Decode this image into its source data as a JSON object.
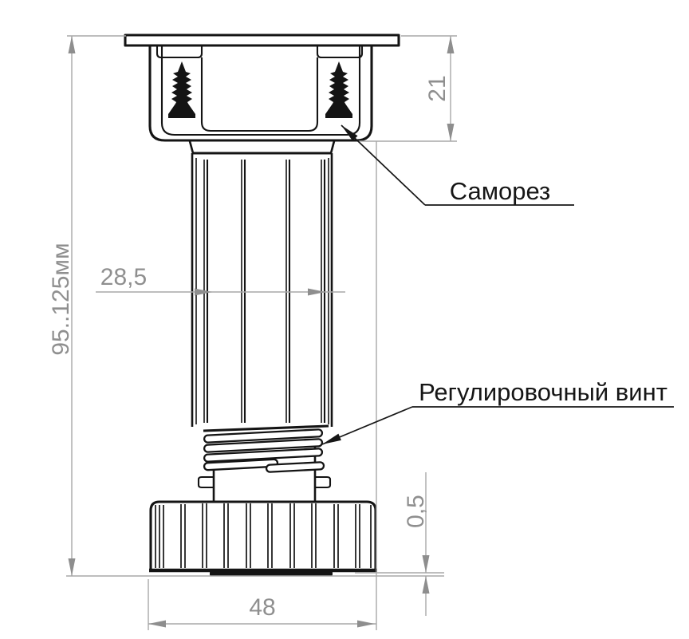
{
  "drawing": {
    "type": "technical-dimension-drawing",
    "subject": "adjustable cabinet leg",
    "dims": {
      "height_range": "95..125мм",
      "cup_height": "21",
      "tube_width": "28,5",
      "pad_height": "0,5",
      "foot_width": "48"
    },
    "labels": {
      "screw": "Саморез",
      "adjuster": "Регулировочный винт"
    },
    "icons": {
      "screw": "self-tapping-screw-silhouette"
    },
    "colors": {
      "outline": "#141414",
      "dimension_line": "#a8a8a8",
      "dimension_text": "#8f8f8f",
      "label_text": "#161616",
      "background": "#ffffff"
    }
  }
}
